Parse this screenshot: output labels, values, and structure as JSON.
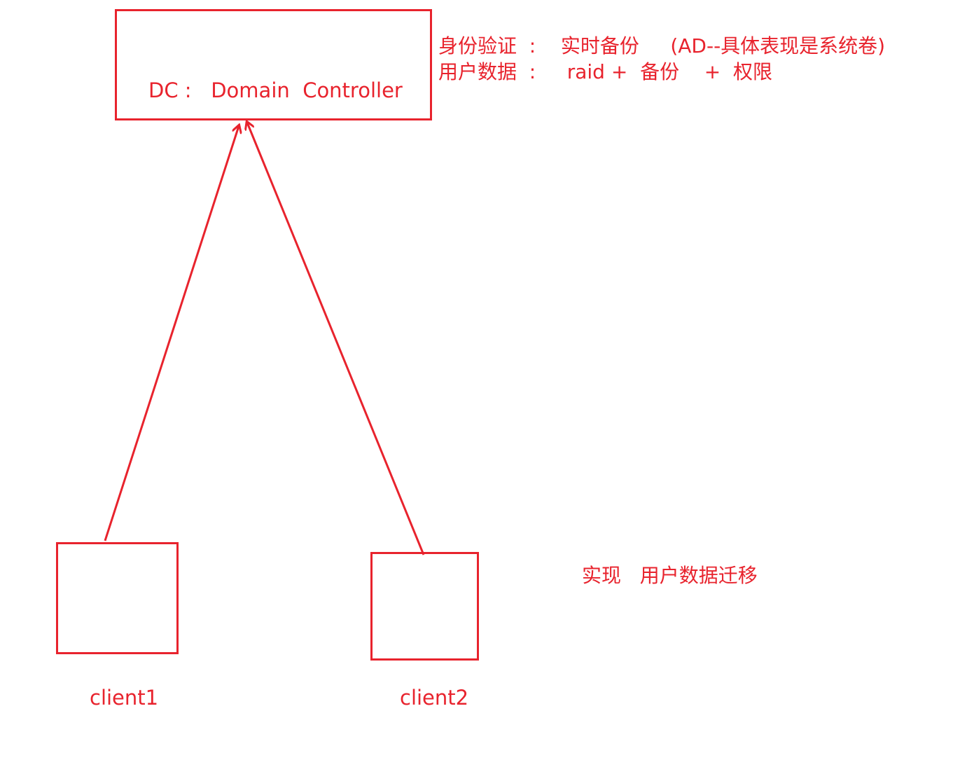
{
  "colors": {
    "stroke": "#e8232d",
    "background": "#ffffff"
  },
  "nodes": {
    "dc": {
      "label": "DC :   Domain  Controller"
    },
    "client1": {
      "label": "client1"
    },
    "client2": {
      "label": "client2"
    }
  },
  "notes": {
    "auth": "身份验证  :    实时备份     (AD--具体表现是系统卷)",
    "user_data": "用户数据  :     raid +  备份    +  权限",
    "migration": "实现   用户数据迁移"
  },
  "edges": [
    {
      "from": "client1",
      "to": "dc"
    },
    {
      "from": "client2",
      "to": "dc"
    }
  ]
}
